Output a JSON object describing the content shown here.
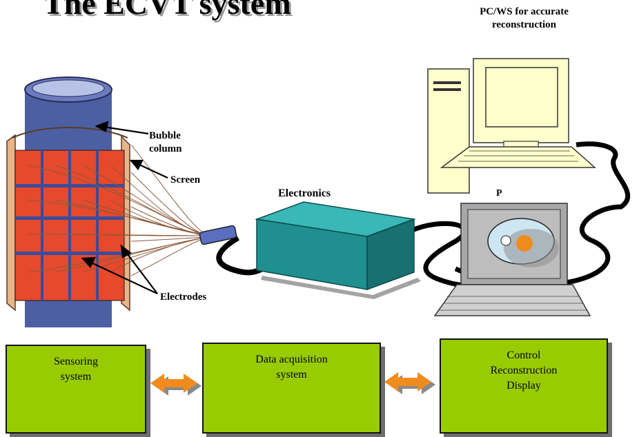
{
  "title": "The ECVT system",
  "labels": {
    "pc_ws": [
      "PC/WS for accurate",
      "reconstruction"
    ],
    "bubble_column": [
      "Bubble",
      "column"
    ],
    "screen": "Screen",
    "electronics": "Electronics",
    "p": "P",
    "electrodes": "Electrodes"
  },
  "blocks": {
    "sensoring": [
      "Sensoring",
      "system"
    ],
    "daq": [
      "Data acquisition",
      "system"
    ],
    "control": [
      "Control",
      "Reconstruction",
      "Display"
    ]
  },
  "colors": {
    "column": "#4d5fa3",
    "electrode": "#e6492c",
    "screen": "#e8b48a",
    "electronics_box": "#2a9f9f",
    "block_fill": "#99cc00",
    "arrow": "#f08c1e",
    "monitor": "#ffffcc"
  }
}
